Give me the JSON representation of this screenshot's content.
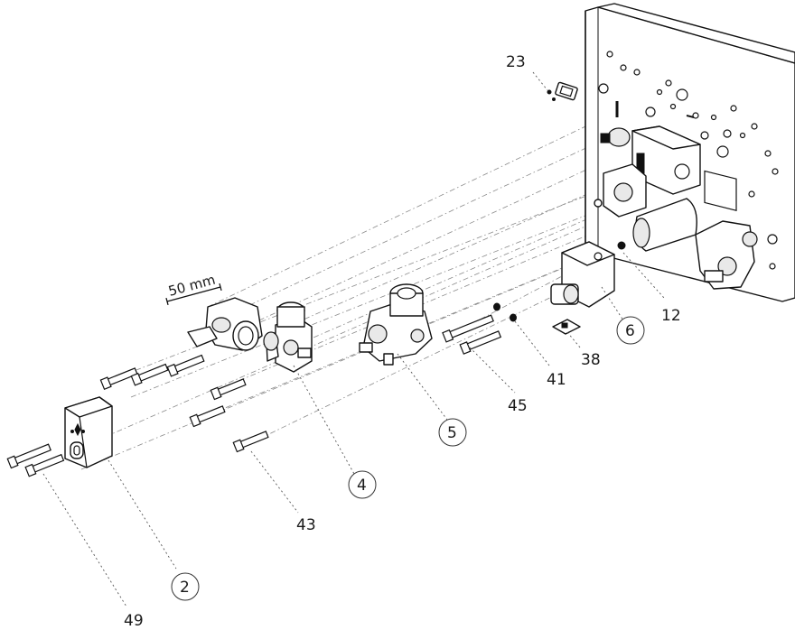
{
  "scale_bar": {
    "text": "50 mm"
  },
  "callouts": [
    {
      "id": "23",
      "circled": false
    },
    {
      "id": "12",
      "circled": false
    },
    {
      "id": "6",
      "circled": true
    },
    {
      "id": "38",
      "circled": false
    },
    {
      "id": "41",
      "circled": false
    },
    {
      "id": "45",
      "circled": false
    },
    {
      "id": "5",
      "circled": true
    },
    {
      "id": "4",
      "circled": true
    },
    {
      "id": "43",
      "circled": false
    },
    {
      "id": "2",
      "circled": true
    },
    {
      "id": "49",
      "circled": false
    }
  ]
}
